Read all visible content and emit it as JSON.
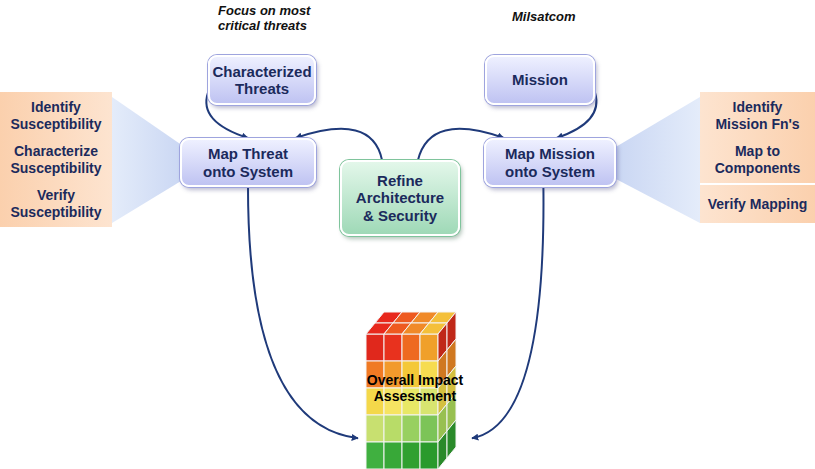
{
  "diagram": {
    "nodes": [
      {
        "text": [
          "Characterized Threats"
        ]
      },
      {
        "text": [
          "Mission"
        ]
      },
      {
        "text": [
          "Identify Susceptibility"
        ]
      },
      {
        "text": [
          "Characterize Susceptibility"
        ]
      },
      {
        "text": [
          "Verify Susceptibility"
        ]
      },
      {
        "text": [
          "Map Threat onto System"
        ]
      },
      {
        "text": [
          "Map Mission onto System"
        ]
      },
      {
        "text": [
          "Identify Mission Fn's"
        ]
      },
      {
        "text": [
          "Map to Components"
        ]
      },
      {
        "text": [
          "Verify Mapping"
        ]
      },
      {
        "text": [
          "Refine Architecture & Security"
        ]
      },
      {
        "text": [
          "Overall Impact Assessment"
        ]
      }
    ],
    "edges": [
      {
        "from": 0,
        "to": 5,
        "arrow": "to"
      },
      {
        "from": 1,
        "to": 6,
        "arrow": "to"
      },
      {
        "from": 10,
        "to": 5,
        "arrow": "to"
      },
      {
        "from": 10,
        "to": 6,
        "arrow": "to"
      },
      {
        "from": 5,
        "to": 11,
        "arrow": "to"
      },
      {
        "from": 6,
        "to": 11,
        "arrow": "to"
      }
    ],
    "labels": [
      "Focus on most critical threats",
      "Milsatcom"
    ]
  }
}
